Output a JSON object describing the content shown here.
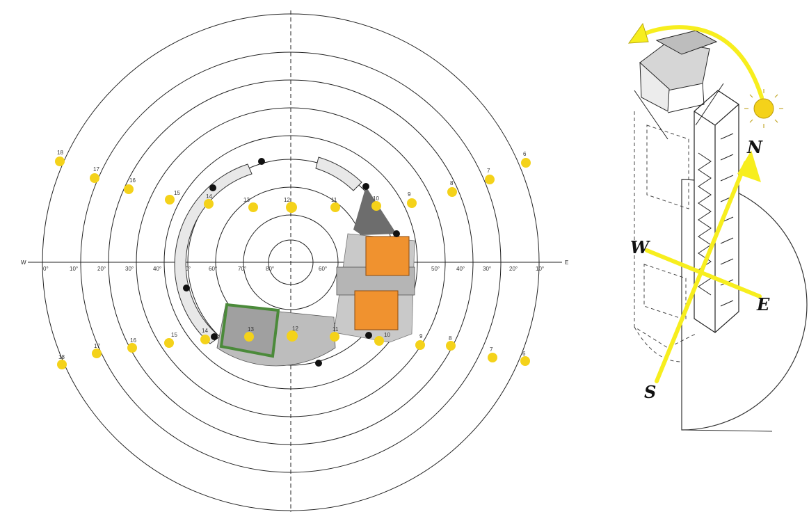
{
  "sun_path_chart": {
    "axis_labels": {
      "west": "W",
      "east": "E"
    },
    "altitude_labels_left": [
      "0°",
      "10°",
      "20°",
      "30°",
      "40°",
      "50°",
      "60°",
      "70°",
      "80°"
    ],
    "altitude_labels_right": [
      "60°",
      "50°",
      "40°",
      "30°",
      "20°",
      "10°"
    ],
    "hour_labels_upper": [
      "18",
      "17",
      "16",
      "15",
      "14",
      "13",
      "12",
      "11",
      "10",
      "9",
      "8",
      "7",
      "6"
    ],
    "hour_labels_lower": [
      "18",
      "17",
      "16",
      "15",
      "14",
      "13",
      "12",
      "11",
      "10",
      "9",
      "8",
      "7",
      "6"
    ],
    "colors": {
      "sun": "#f4d21a",
      "panel": "#f0922f",
      "dark_wedge": "#6d6d6d",
      "green_zone": "#4b8a3a",
      "black_marker": "#111111"
    }
  },
  "tower_sketch": {
    "compass": {
      "north": "N",
      "south": "S",
      "west": "W",
      "east": "E"
    },
    "colors": {
      "arrow": "#f7ee1e",
      "sun": "#f4d21a"
    }
  }
}
